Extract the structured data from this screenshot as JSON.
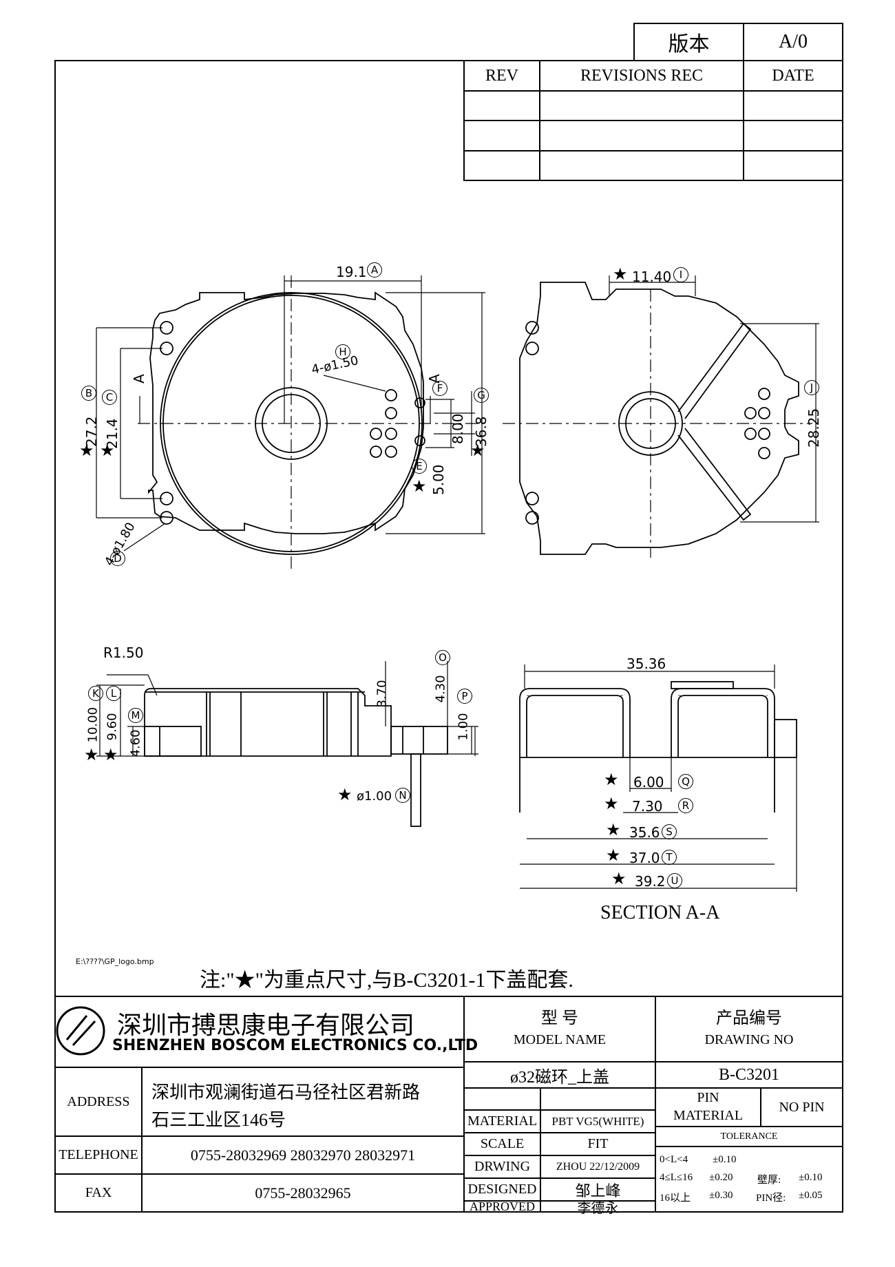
{
  "version": {
    "label": "版本",
    "value": "A/0"
  },
  "revisions": {
    "headers": [
      "REV",
      "REVISIONS REC",
      "DATE"
    ]
  },
  "dims": {
    "A": "19.1",
    "A_tag": "A",
    "B": "27.2",
    "B_tag": "B",
    "C": "21.4",
    "C_tag": "C",
    "D": "4-ø1.80",
    "D_tag": "D",
    "E": "5.00",
    "E_tag": "E",
    "F": "8.00",
    "F_tag": "F",
    "G": "36.8",
    "G_tag": "G",
    "H": "4-ø1.50",
    "H_tag": "H",
    "I": "11.40",
    "I_tag": "I",
    "J": "28.25",
    "J_tag": "J",
    "K": "10.00",
    "K_tag": "K",
    "L": "9.60",
    "L_tag": "L",
    "M": "4.60",
    "M_tag": "M",
    "N": "ø1.00",
    "N_tag": "N",
    "O": "4.30",
    "O_tag": "O",
    "P": "1.00",
    "P_tag": "P",
    "Q": "6.00",
    "Q_tag": "Q",
    "R": "7.30",
    "R_tag": "R",
    "S": "35.6",
    "S_tag": "S",
    "T": "37.0",
    "T_tag": "T",
    "U": "39.2",
    "U_tag": "U",
    "h370": "3.70",
    "r150": "R1.50",
    "w3536": "35.36",
    "section_mark": "A"
  },
  "star": "★",
  "section_title": "SECTION A-A",
  "logo_path": "E:\\????\\GP_logo.bmp",
  "note": "注:\"★\"为重点尺寸,与B-C3201-1下盖配套.",
  "company": {
    "cn": "深圳市搏思康电子有限公司",
    "en": "SHENZHEN BOSCOM ELECTRONICS CO.,LTD"
  },
  "info": {
    "address_label": "ADDRESS",
    "address_line1": "深圳市观澜街道石马径社区君新路",
    "address_line2": "石三工业区146号",
    "telephone_label": "TELEPHONE",
    "telephone": "0755-28032969 28032970 28032971",
    "fax_label": "FAX",
    "fax": "0755-28032965"
  },
  "model": {
    "cn": "型    号",
    "en": "MODEL NAME",
    "value": "ø32磁环_上盖"
  },
  "drawing": {
    "cn": "产品编号",
    "en": "DRAWING NO",
    "value": "B-C3201"
  },
  "spec": {
    "material_label": "MATERIAL",
    "material": "PBT VG5(WHITE)",
    "scale_label": "SCALE",
    "scale": "FIT",
    "drwing_label": "DRWING",
    "drwing": "ZHOU 22/12/2009",
    "designed_label": "DESIGNED",
    "designed": "邹上峰",
    "approved_label": "APPROVED",
    "approved": "李德永"
  },
  "pin": {
    "label1": "PIN",
    "label2": "MATERIAL",
    "value": "NO PIN"
  },
  "tolerance": {
    "label": "TOLERANCE",
    "r1a": "0<L<4",
    "r1b": "±0.10",
    "r2a": "4≤L≤16",
    "r2b": "±0.20",
    "r2c": "壁厚:",
    "r2d": "±0.10",
    "r3a": "16以上",
    "r3b": "±0.30",
    "r3c": "PIN径:",
    "r3d": "±0.05"
  }
}
